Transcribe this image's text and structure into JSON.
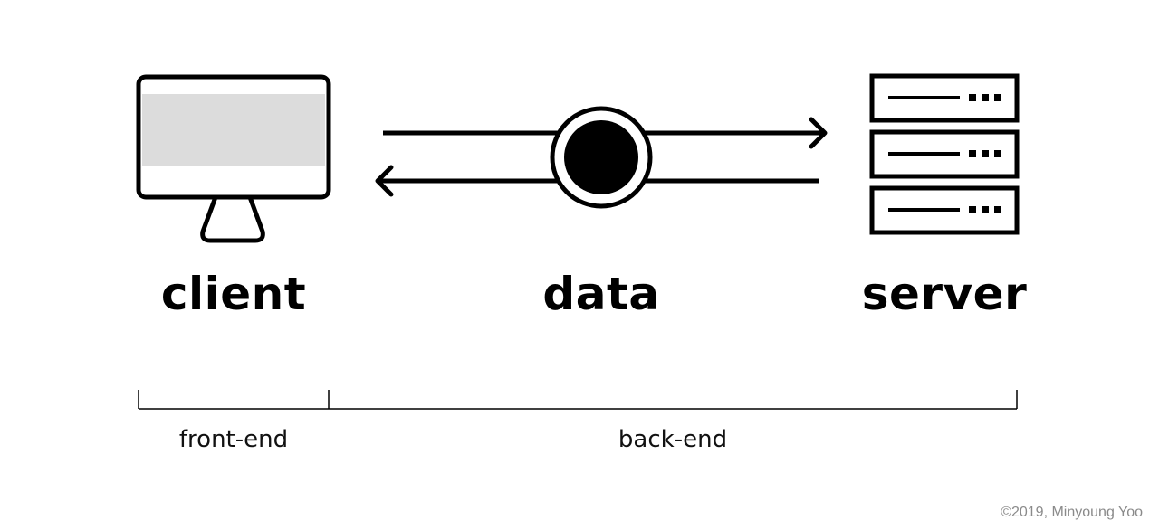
{
  "labels": {
    "client": "client",
    "data": "data",
    "server": "server"
  },
  "brackets": {
    "front_end": "front-end",
    "back_end": "back-end"
  },
  "copyright": "©2019, Minyoung Yoo",
  "icons": [
    "monitor-icon",
    "data-circle-icon",
    "server-rack-icon"
  ],
  "colors": {
    "stroke": "#000000",
    "screen_fill": "#dcdcdc",
    "background": "#ffffff",
    "copyright_text": "#8a8a8a"
  }
}
